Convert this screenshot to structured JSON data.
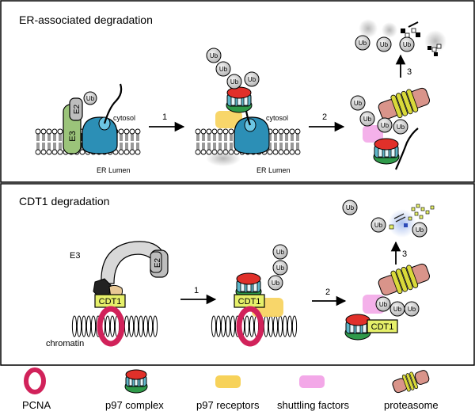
{
  "panels": [
    {
      "title": "ER-associated degradation",
      "labels": {
        "e3": "E3",
        "e2": "E2",
        "ub": "Ub",
        "cytosol": "cytosol",
        "er_lumen": "ER Lumen",
        "step1": "1",
        "step2": "2",
        "step3": "3"
      }
    },
    {
      "title": "CDT1 degradation",
      "labels": {
        "e3": "E3",
        "e2": "E2",
        "ub": "Ub",
        "cdt1": "CDT1",
        "chromatin": "chromatin",
        "step1": "1",
        "step2": "2",
        "step3": "3"
      }
    }
  ],
  "legend": [
    {
      "key": "pcna",
      "label": "PCNA"
    },
    {
      "key": "p97",
      "label": "p97 complex"
    },
    {
      "key": "receptors",
      "label": "p97 receptors"
    },
    {
      "key": "shuttling",
      "label": "shuttling factors"
    },
    {
      "key": "proteasome",
      "label": "proteasome"
    }
  ],
  "colors": {
    "pcna": "#d1225a",
    "receptor": "#f7d25a",
    "shuttling": "#f3a8e8",
    "proteasome_body": "#d9948a",
    "proteasome_ring": "#d9d93a",
    "p97_red": "#e0302a",
    "p97_blue": "#5fb6c9",
    "p97_green": "#2f9a4a",
    "e3_green": "#9bc47a",
    "cdt1": "#e6f06a",
    "ub": "#d0d0d0",
    "channel": "#2c8fb6"
  }
}
